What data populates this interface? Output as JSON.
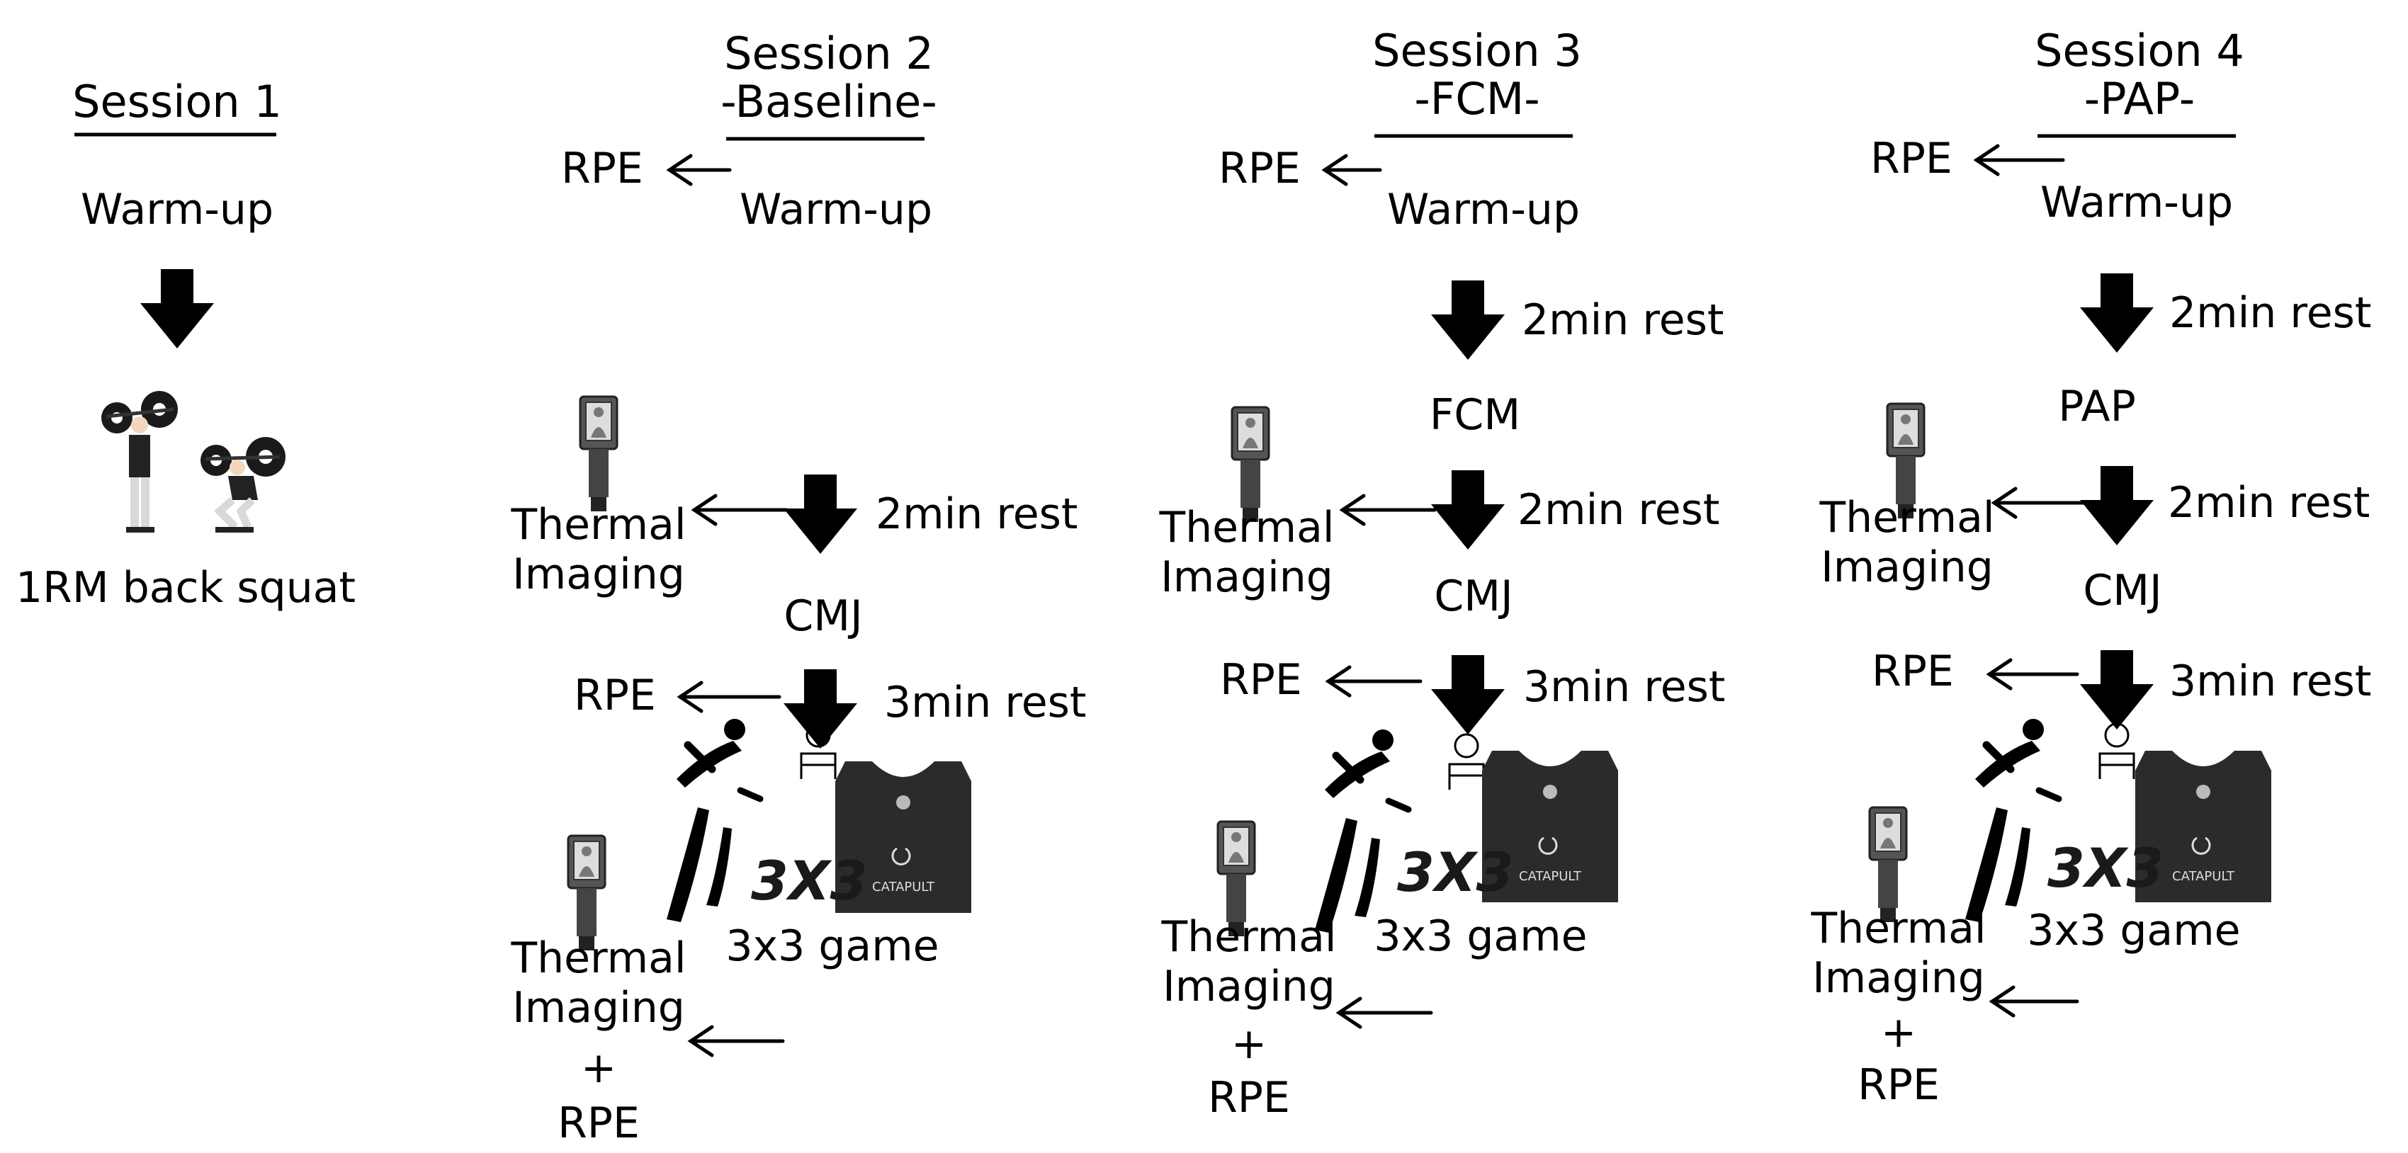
{
  "sessions": [
    {
      "title": "Session 1",
      "subtitle": "",
      "warmup": "Warm-up",
      "exercise": "1RM back squat"
    },
    {
      "title": "Session 2",
      "subtitle": "-Baseline-",
      "rpe_pre": "RPE",
      "warmup": "Warm-up",
      "thermal_1": "Thermal",
      "imaging_1": "Imaging",
      "rest_1": "2min rest",
      "cmj": "CMJ",
      "rpe_mid": "RPE",
      "rest_2": "3min rest",
      "game": "3x3 game",
      "vest_brand": "CATAPULT",
      "game_logo": "3X3",
      "thermal_2": "Thermal",
      "imaging_2": "Imaging",
      "plus": "+",
      "rpe_post": "RPE"
    },
    {
      "title": "Session 3",
      "subtitle": "-FCM-",
      "rpe_pre": "RPE",
      "warmup": "Warm-up",
      "rest_0": "2min rest",
      "intervention": "FCM",
      "thermal_1": "Thermal",
      "imaging_1": "Imaging",
      "rest_1": "2min rest",
      "cmj": "CMJ",
      "rpe_mid": "RPE",
      "rest_2": "3min rest",
      "game": "3x3 game",
      "vest_brand": "CATAPULT",
      "game_logo": "3X3",
      "thermal_2": "Thermal",
      "imaging_2": "Imaging",
      "plus": "+",
      "rpe_post": "RPE"
    },
    {
      "title": "Session 4",
      "subtitle": "-PAP-",
      "rpe_pre": "RPE",
      "warmup": "Warm-up",
      "rest_0": "2min rest",
      "intervention": "PAP",
      "thermal_1": "Thermal",
      "imaging_1": "Imaging",
      "rest_1": "2min rest",
      "cmj": "CMJ",
      "rpe_mid": "RPE",
      "rest_2": "3min rest",
      "game": "3x3 game",
      "vest_brand": "CATAPULT",
      "game_logo": "3X3",
      "thermal_2": "Thermal",
      "imaging_2": "Imaging",
      "plus": "+",
      "rpe_post": "RPE"
    }
  ],
  "colors": {
    "ink": "#000000",
    "vest": "#2b2b2b",
    "camera": "#555555",
    "skin": "#f3d7bd"
  },
  "icons": {
    "thermal_camera": "thermal-camera-icon",
    "vest": "gps-vest-icon",
    "player": "basketball-player-icon",
    "squat": "back-squat-icon",
    "down_arrow": "down-arrow-icon",
    "left_arrow": "left-arrow-icon"
  }
}
